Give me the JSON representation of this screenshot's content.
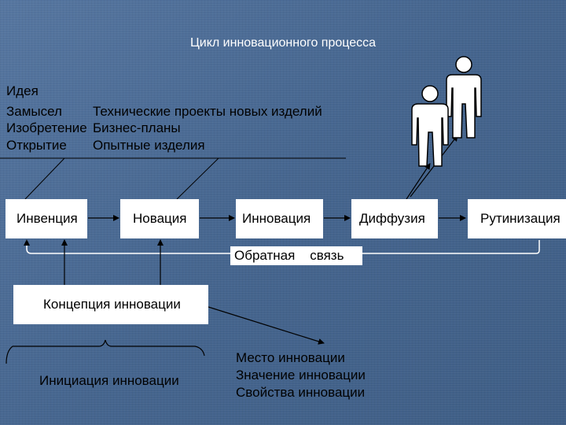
{
  "title": "Цикл инновационного процесса",
  "top_left_list": [
    "Идея",
    "Замысел",
    "Изобретение",
    "Открытие"
  ],
  "top_right_list": [
    "Технические проекты  новых изделий",
    "Бизнес-планы",
    "Опытные изделия"
  ],
  "stages": [
    "Инвенция",
    "Новация",
    "Инновация",
    "Диффузия",
    "Рутинизация"
  ],
  "feedback_label": "Обратная    связь",
  "concept_box": "Концепция инновации",
  "initiation_label": "Инициация инновации",
  "right_bottom_list": [
    "Место инновации",
    "Значение инновации",
    "Свойства инновации"
  ],
  "colors": {
    "background": "#4a6d96",
    "box_fill": "#ffffff",
    "figure_fill": "#ffffff"
  }
}
